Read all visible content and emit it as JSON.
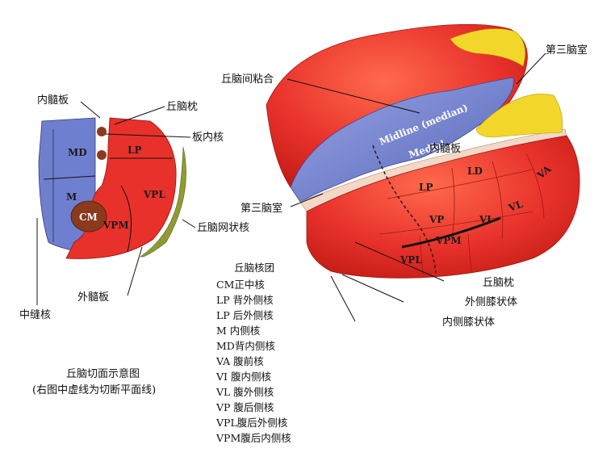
{
  "colors": {
    "red": "#e8312b",
    "blue": "#6f7fd0",
    "yellow": "#f2d62a",
    "olive": "#8f9a33",
    "brown": "#8b3a1c",
    "dark_red": "#c21d17"
  },
  "section": {
    "nuclei": {
      "md": "MD",
      "m": "M",
      "cm": "CM",
      "lp": "LP",
      "vpl": "VPL",
      "vpm": "VPM"
    },
    "labels": {
      "internal_lamina": "内髓板",
      "pulvinar": "丘脑枕",
      "intralaminar": "板内核",
      "reticular": "丘脑网状核",
      "external_lamina": "外髓板",
      "raphe": "中缝核"
    },
    "caption_line1": "丘脑切面示意图",
    "caption_line2": "(右图中虚线为切断平面线)"
  },
  "model": {
    "labels": {
      "third_ventricle_top": "第三脑室",
      "interthalamic_adhesion": "丘脑间粘合",
      "third_ventricle_left": "第三脑室",
      "internal_lamina": "内髓板",
      "pulvinar": "丘脑枕",
      "lateral_geniculate": "外侧膝状体",
      "medial_geniculate": "内侧膝状体"
    },
    "surface_text": {
      "midline": "Midline (median)",
      "medial": "Medial"
    },
    "nuclei": {
      "lp": "LP",
      "ld": "LD",
      "va": "VA",
      "vl": "VL",
      "vp": "VP",
      "vi": "VI",
      "vpl": "VPL",
      "vpm": "VPM"
    }
  },
  "legend": {
    "title": "丘脑核团",
    "items": [
      "CM正中核",
      "LP 背外侧核",
      "LP 后外侧核",
      "M 内侧核",
      "MD背内侧核",
      "VA 腹前核",
      "VI 腹内侧核",
      "VL 腹外侧核",
      "VP 腹后侧核",
      "VPL腹后外侧核",
      "VPM腹后内侧核"
    ]
  }
}
